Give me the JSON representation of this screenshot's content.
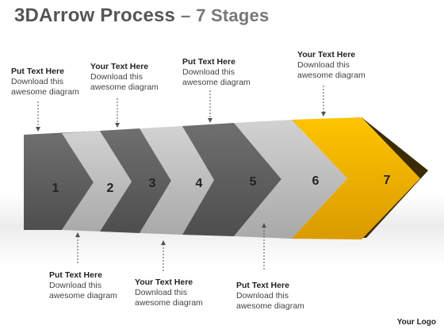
{
  "title": {
    "main": "3DArrow Process",
    "dash": "–",
    "accent": "7 Stages"
  },
  "stages": [
    "1",
    "2",
    "3",
    "4",
    "5",
    "6",
    "7"
  ],
  "callouts": [
    {
      "heading": "Put Text Here",
      "line1": "Download this",
      "line2": "awesome diagram"
    },
    {
      "heading": "Your Text Here",
      "line1": "Download this",
      "line2": "awesome diagram"
    },
    {
      "heading": "Put Text Here",
      "line1": "Download this",
      "line2": "awesome diagram"
    },
    {
      "heading": "Your Text Here",
      "line1": "Download this",
      "line2": "awesome diagram"
    },
    {
      "heading": "Put Text Here",
      "line1": "Download this",
      "line2": "awesome diagram"
    },
    {
      "heading": "Your Text Here",
      "line1": "Download this",
      "line2": "awesome diagram"
    },
    {
      "heading": "Put Text Here",
      "line1": "Download this",
      "line2": "awesome diagram"
    }
  ],
  "logo": "Your Logo",
  "colors": {
    "dark": "#5e5e5e",
    "light": "#bdbdbd",
    "accent": "#f2b200",
    "text": "#444444"
  }
}
